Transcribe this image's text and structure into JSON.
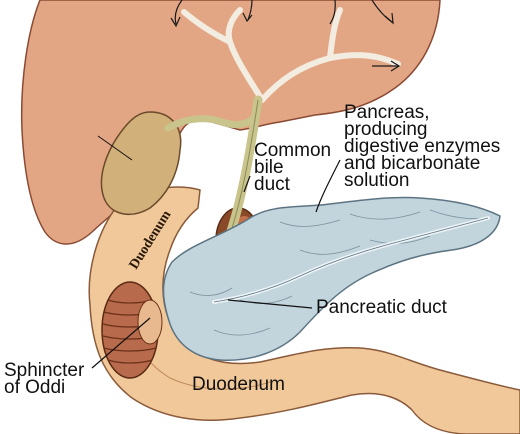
{
  "diagram": {
    "labels": {
      "pancreas": [
        "Pancreas,",
        "producing",
        "digestive enzymes",
        "and bicarbonate",
        "solution"
      ],
      "common_bile_duct": [
        "Common",
        "bile",
        "duct"
      ],
      "duodenum_inner": "Duodenum",
      "pancreatic_duct": "Pancreatic duct",
      "sphincter_of_oddi": [
        "Sphincter",
        "of Oddi"
      ],
      "duodenum_lower": "Duodenum"
    },
    "colors": {
      "liver": "#e3a684",
      "liver_edge": "#8a4a33",
      "gallbladder": "#d2b07a",
      "duct": "#c8c48c",
      "duodenum": "#f0c89a",
      "duodenum_inner": "#e2ac78",
      "sphincter": "#b86a4c",
      "pancreas": "#c2d4dc",
      "pancreas_edge": "#5c7482",
      "line": "#111111"
    }
  }
}
